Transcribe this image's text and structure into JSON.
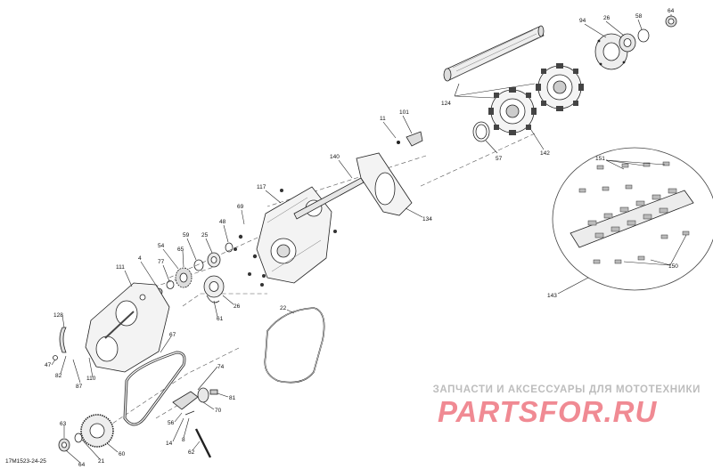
{
  "diagram_code": "17M1523-24-25",
  "watermark": {
    "caption": "ЗАПЧАСТИ И АКСЕССУАРЫ ДЛЯ МОТОТЕХНИКИ",
    "logo_text": "PARTSFOR.RU"
  },
  "callouts": {
    "c64a": "64",
    "c58": "58",
    "c26a": "26",
    "c94": "94",
    "c124": "124",
    "c142": "142",
    "c57": "57",
    "c11": "11",
    "c101": "101",
    "c140": "140",
    "c117": "117",
    "c134": "134",
    "c151": "151",
    "c150": "150",
    "c143": "143",
    "c69": "69",
    "c48": "48",
    "c59": "59",
    "c25": "25",
    "c54": "54",
    "c77": "77",
    "c65": "65",
    "c4": "4",
    "c111": "111",
    "c26b": "26",
    "c61": "61",
    "c22": "22",
    "c128": "128",
    "c47": "47",
    "c82": "82",
    "c87": "87",
    "c110": "110",
    "c67": "67",
    "c74": "74",
    "c81": "81",
    "c70": "70",
    "c56": "56",
    "c14": "14",
    "c8": "8",
    "c62": "62",
    "c63": "63",
    "c60": "60",
    "c21": "21",
    "c64b": "64"
  },
  "colors": {
    "ink": "#222222",
    "watermark_grey": "#bdbdbd",
    "watermark_red": "#f08a93"
  }
}
